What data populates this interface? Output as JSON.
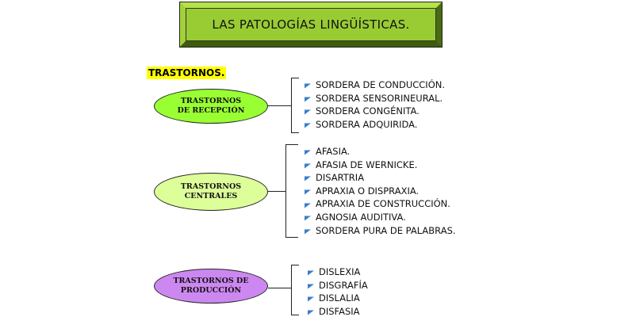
{
  "title": "LAS PATOLOGÍAS LINGÜÍSTICAS.",
  "section_label": "TRASTORNOS.",
  "colors": {
    "title_face": "#99cc33",
    "highlight": "#ffff00",
    "recepcion": "#99ff33",
    "centrales": "#ddff99",
    "produccion": "#cc88f0",
    "bullet": "#3a7dc8"
  },
  "groups": [
    {
      "label_line1": "TRASTORNOS",
      "label_line2": "DE RECEPCIÓN",
      "items": [
        "SORDERA DE CONDUCCIÓN.",
        "SORDERA SENSORINEURAL.",
        "SORDERA CONGÉNITA.",
        "SORDERA ADQUIRIDA."
      ]
    },
    {
      "label_line1": "TRASTORNOS",
      "label_line2": "CENTRALES",
      "items": [
        "AFASIA.",
        "AFASIA DE WERNICKE.",
        "DISARTRIA",
        "APRAXIA O DISPRAXIA.",
        "APRAXIA DE CONSTRUCCIÓN.",
        "AGNOSIA AUDITIVA.",
        "SORDERA PURA DE PALABRAS."
      ]
    },
    {
      "label_line1": "TRASTORNOS DE",
      "label_line2": "PRODUCCIÓN",
      "items": [
        "DISLEXIA",
        "DISGRAFÍA",
        "DISLALIA",
        "DISFASIA"
      ]
    }
  ]
}
